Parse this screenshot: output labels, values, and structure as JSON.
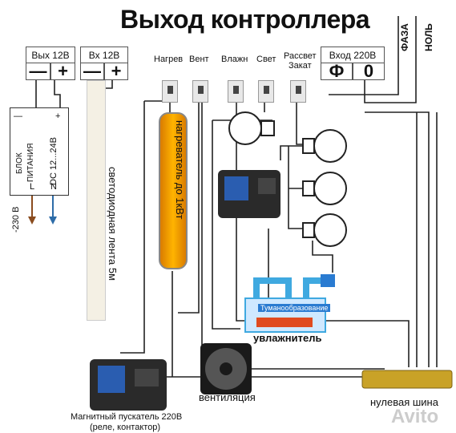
{
  "title": "Выход контроллера",
  "phase_label": "ФАЗА",
  "neutral_label": "НОЛЬ",
  "terminals": {
    "out12": {
      "label": "Вых 12В",
      "minus": "—",
      "plus": "+"
    },
    "in12": {
      "label": "Вх 12В",
      "minus": "—",
      "plus": "+"
    },
    "in220": {
      "label": "Вход 220В",
      "phase": "Ф",
      "zero": "0"
    }
  },
  "channels": [
    "Нагрев",
    "Вент",
    "Влажн",
    "Свет",
    "Рассвет\nЗакат"
  ],
  "psu": {
    "line1": "БЛОК",
    "line2": "ПИТАНИЯ",
    "rating": "DC 12...24В",
    "term_minus": "—",
    "term_plus": "+",
    "term_L": "L",
    "term_N": "N",
    "mains": "-230 В"
  },
  "led_strip_label": "светодиодная лента 5м",
  "heater_label": "нагреватель до 1кВт",
  "fog_label": "Туманообразование",
  "humidifier_label": "увлажнитель",
  "fan_label": "вентиляция",
  "bus_label": "нулевая шина",
  "contactor_label": "Магнитный пускатель 220В",
  "contactor_sub": "(реле, контактор)",
  "watermark": "Avito",
  "colors": {
    "wire": "#222222",
    "heater": "#ffb400",
    "water": "#3fa9e0",
    "contactor": "#2a5db0",
    "bus": "#c9a227"
  }
}
